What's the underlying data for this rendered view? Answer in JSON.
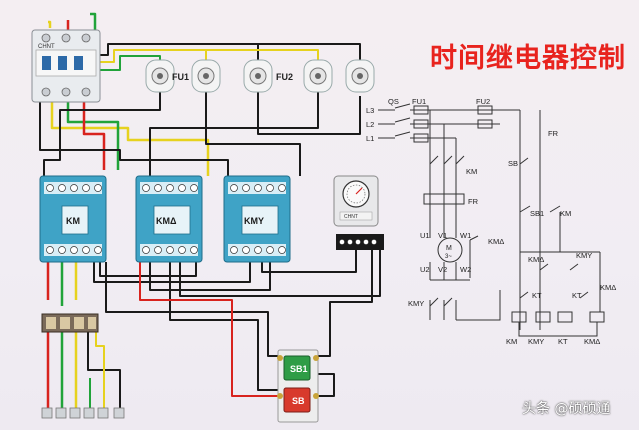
{
  "title": "时间继电器控制",
  "watermark": "头条 @硕硕通",
  "breaker_brand": "CHNT",
  "timer_brand": "CHNT",
  "labels": {
    "fu1": "FU1",
    "fu2": "FU2",
    "km": "KM",
    "kmd": "KMΔ",
    "kmy": "KMY",
    "sb1": "SB1",
    "sb": "SB"
  },
  "schematic": {
    "l3": "L3",
    "l2": "L2",
    "l1": "L1",
    "qs": "QS",
    "fu1": "FU1",
    "fu2": "FU2",
    "fr_top": "FR",
    "sb": "SB",
    "km_main": "KM",
    "fr_mid": "FR",
    "sb1": "SB1",
    "km_hold": "KM",
    "u1": "U1",
    "v1": "V1",
    "w1": "W1",
    "m": "M",
    "m3": "3~",
    "km_delta": "KMΔ",
    "u2": "U2",
    "v2": "V2",
    "w2": "W2",
    "kmd_c": "KMΔ",
    "kmy_c": "KMY",
    "kt1": "KT",
    "kt2": "KT",
    "kmd_c2": "KMΔ",
    "kmy_main": "KMY",
    "coils": [
      "KM",
      "KMY",
      "KT",
      "KMΔ"
    ]
  },
  "colors": {
    "title": "#e8231e",
    "yellow": "#e6d21e",
    "green": "#21a33a",
    "red": "#d8231e",
    "black": "#1a1a1a",
    "contactor": "#3fa3c6",
    "button_green": "#2f9d46",
    "button_red": "#d83a2c"
  }
}
